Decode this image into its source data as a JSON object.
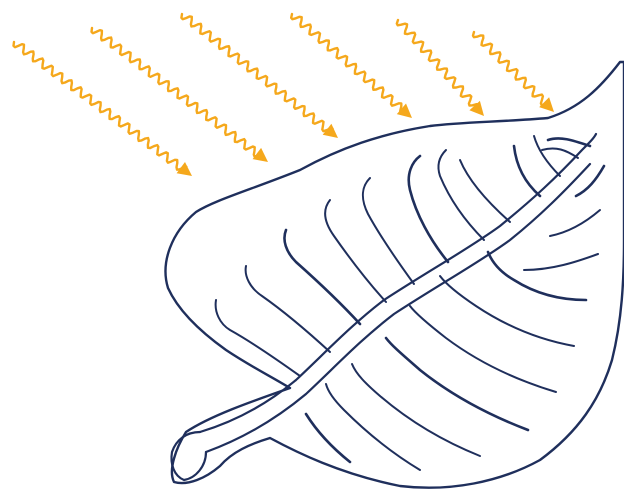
{
  "colors": {
    "background": "#ffffff",
    "sunlight_ray": "#f5a81c",
    "leaf_outline": "#1f2f5c"
  },
  "illustration": {
    "sunlight_rays": [
      {
        "icon": "wavy-arrow-icon",
        "direction": "down-right"
      },
      {
        "icon": "wavy-arrow-icon",
        "direction": "down-right"
      },
      {
        "icon": "wavy-arrow-icon",
        "direction": "down-right"
      },
      {
        "icon": "wavy-arrow-icon",
        "direction": "down-right"
      },
      {
        "icon": "wavy-arrow-icon",
        "direction": "down-right"
      },
      {
        "icon": "wavy-arrow-icon",
        "direction": "down-right"
      }
    ],
    "leaf": {
      "icon": "leaf-icon",
      "parts": [
        "outline",
        "midrib",
        "petiole",
        "veins"
      ]
    }
  }
}
